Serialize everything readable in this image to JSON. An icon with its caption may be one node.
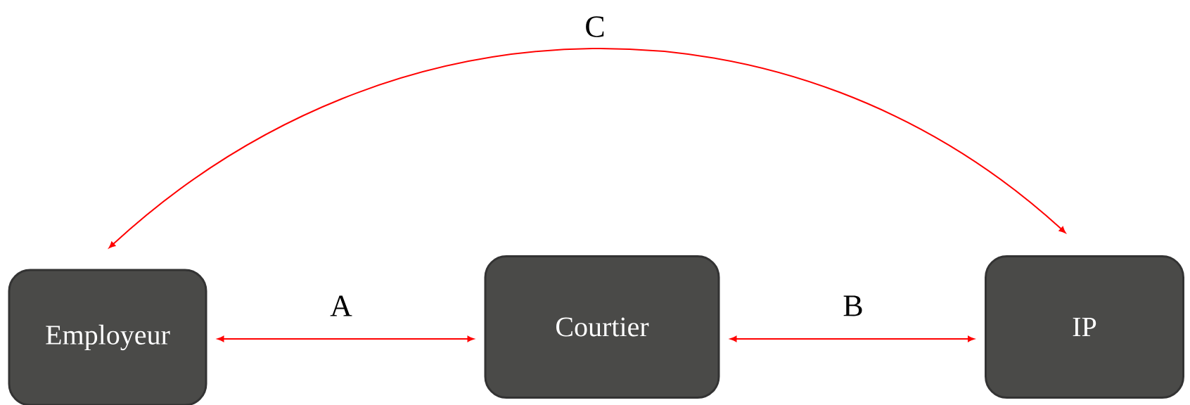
{
  "diagram": {
    "nodes": [
      {
        "text": [
          "Employeur"
        ]
      },
      {
        "text": [
          "Courtier"
        ]
      },
      {
        "text": [
          "IP"
        ]
      }
    ],
    "edges": [
      {
        "from": 0,
        "to": 1,
        "arrow": "both",
        "label": "A",
        "color": "#ff0000"
      },
      {
        "from": 1,
        "to": 2,
        "arrow": "both",
        "label": "B",
        "color": "#ff0000"
      },
      {
        "from": 0,
        "to": 2,
        "arrow": "both",
        "label": "C",
        "color": "#ff0000"
      }
    ]
  }
}
